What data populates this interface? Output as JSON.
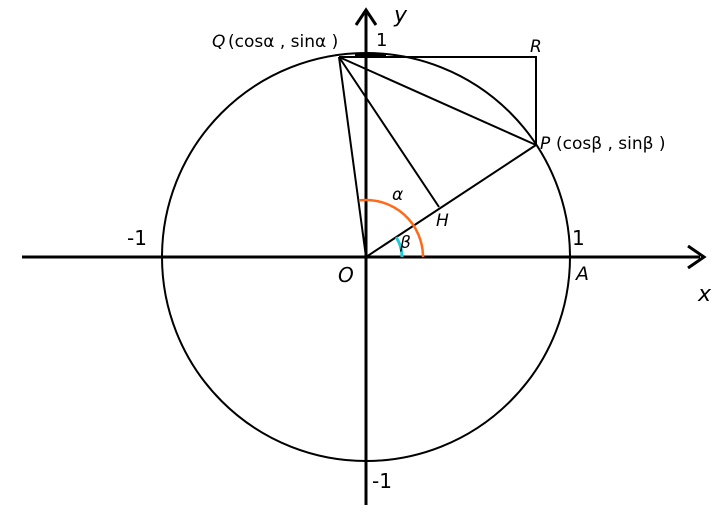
{
  "labels": {
    "q_point": "Q",
    "q_coords": "(cosα , sinα )",
    "p_point": "P",
    "p_coords": "(cosβ , sinβ )",
    "r_point": "R",
    "h_point": "H",
    "origin": "O",
    "a_point": "A",
    "x_axis": "x",
    "y_axis": "y",
    "x_neg_one": "-1",
    "x_pos_one": "1",
    "y_pos_one": "1",
    "y_neg_one": "-1",
    "alpha": "α",
    "beta": "β"
  },
  "colors": {
    "stroke": "#000000",
    "alpha_arc": "#ff6a1a",
    "beta_arc": "#22cbd8"
  }
}
